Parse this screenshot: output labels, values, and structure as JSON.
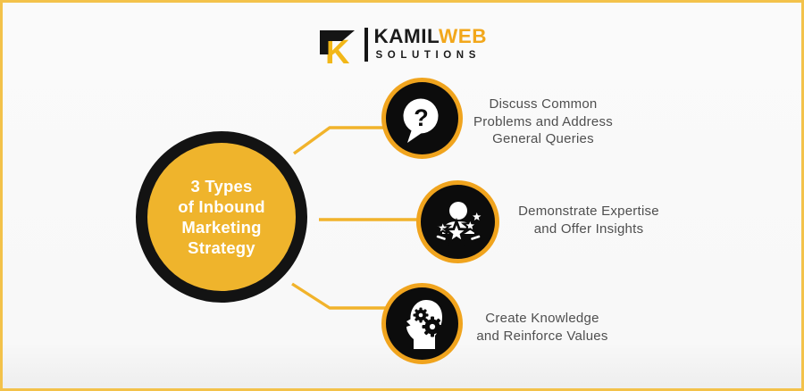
{
  "logo": {
    "mark_letter": "K",
    "brand_primary": "KAMIL",
    "brand_accent": "WEB",
    "subtitle": "SOLUTIONS"
  },
  "hub": {
    "title_lines": [
      "3 Types",
      "of Inbound",
      "Marketing",
      "Strategy"
    ]
  },
  "items": [
    {
      "icon": "question-speech-bubble",
      "glyph": "?",
      "lines": [
        "Discuss Common",
        "Problems and Address",
        "General Queries"
      ]
    },
    {
      "icon": "person-with-stars",
      "lines": [
        "Demonstrate Expertise",
        "and Offer Insights"
      ]
    },
    {
      "icon": "head-with-gears",
      "lines": [
        "Create Knowledge",
        "and Reinforce Values"
      ]
    }
  ],
  "colors": {
    "frame_border": "#F3C24A",
    "background": "#F8F8F8",
    "accent_yellow": "#F1B32B",
    "ring_yellow": "#F0A41E",
    "hub_fill": "#EFB42C",
    "node_black": "#0C0C0C",
    "caption_gray": "#4F4F4F",
    "logo_yellow": "#F2A71B",
    "logo_black": "#1B1B1B",
    "hub_text": "#FFFFFF"
  }
}
